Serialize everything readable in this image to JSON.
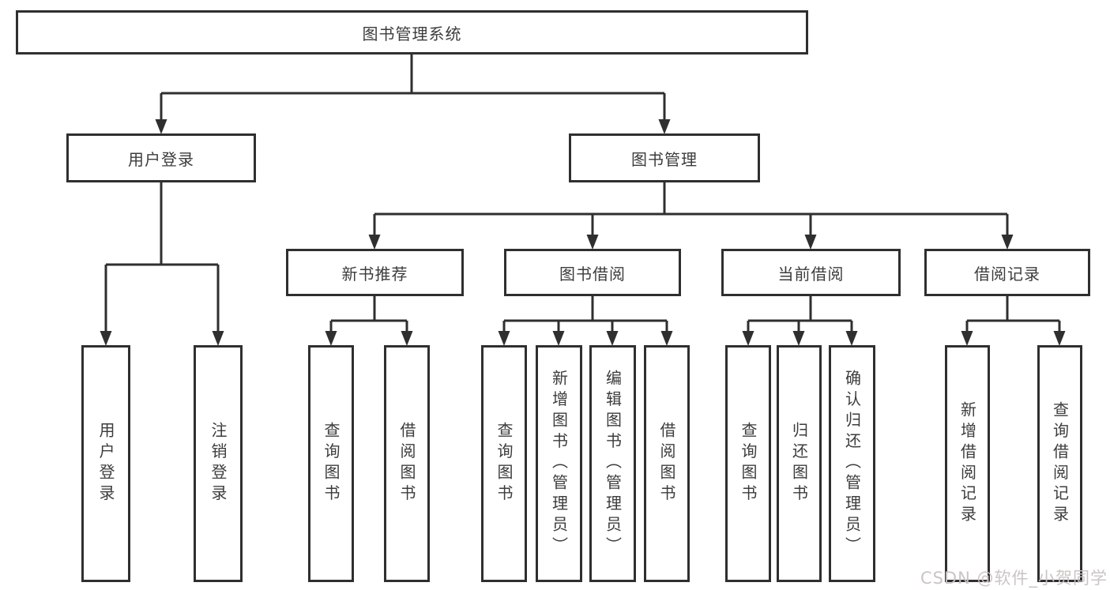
{
  "diagram": {
    "root": {
      "label": "图书管理系统"
    },
    "branches": [
      {
        "label": "用户登录",
        "leaves": [
          {
            "label": "用户登录"
          },
          {
            "label": "注销登录"
          }
        ]
      },
      {
        "label": "图书管理",
        "groups": [
          {
            "label": "新书推荐",
            "leaves": [
              {
                "label": "查询图书"
              },
              {
                "label": "借阅图书"
              }
            ]
          },
          {
            "label": "图书借阅",
            "leaves": [
              {
                "label": "查询图书"
              },
              {
                "label": "新增图书（管理员）"
              },
              {
                "label": "编辑图书（管理员）"
              },
              {
                "label": "借阅图书"
              }
            ]
          },
          {
            "label": "当前借阅",
            "leaves": [
              {
                "label": "查询图书"
              },
              {
                "label": "归还图书"
              },
              {
                "label": "确认归还（管理员）"
              }
            ]
          },
          {
            "label": "借阅记录",
            "leaves": [
              {
                "label": "新增借阅记录"
              },
              {
                "label": "查询借阅记录"
              }
            ]
          }
        ]
      }
    ],
    "line_color": "#2f2f2f",
    "box_background": "#ffffff"
  },
  "watermark": {
    "text": "CSDN @软件_小贺同学"
  }
}
